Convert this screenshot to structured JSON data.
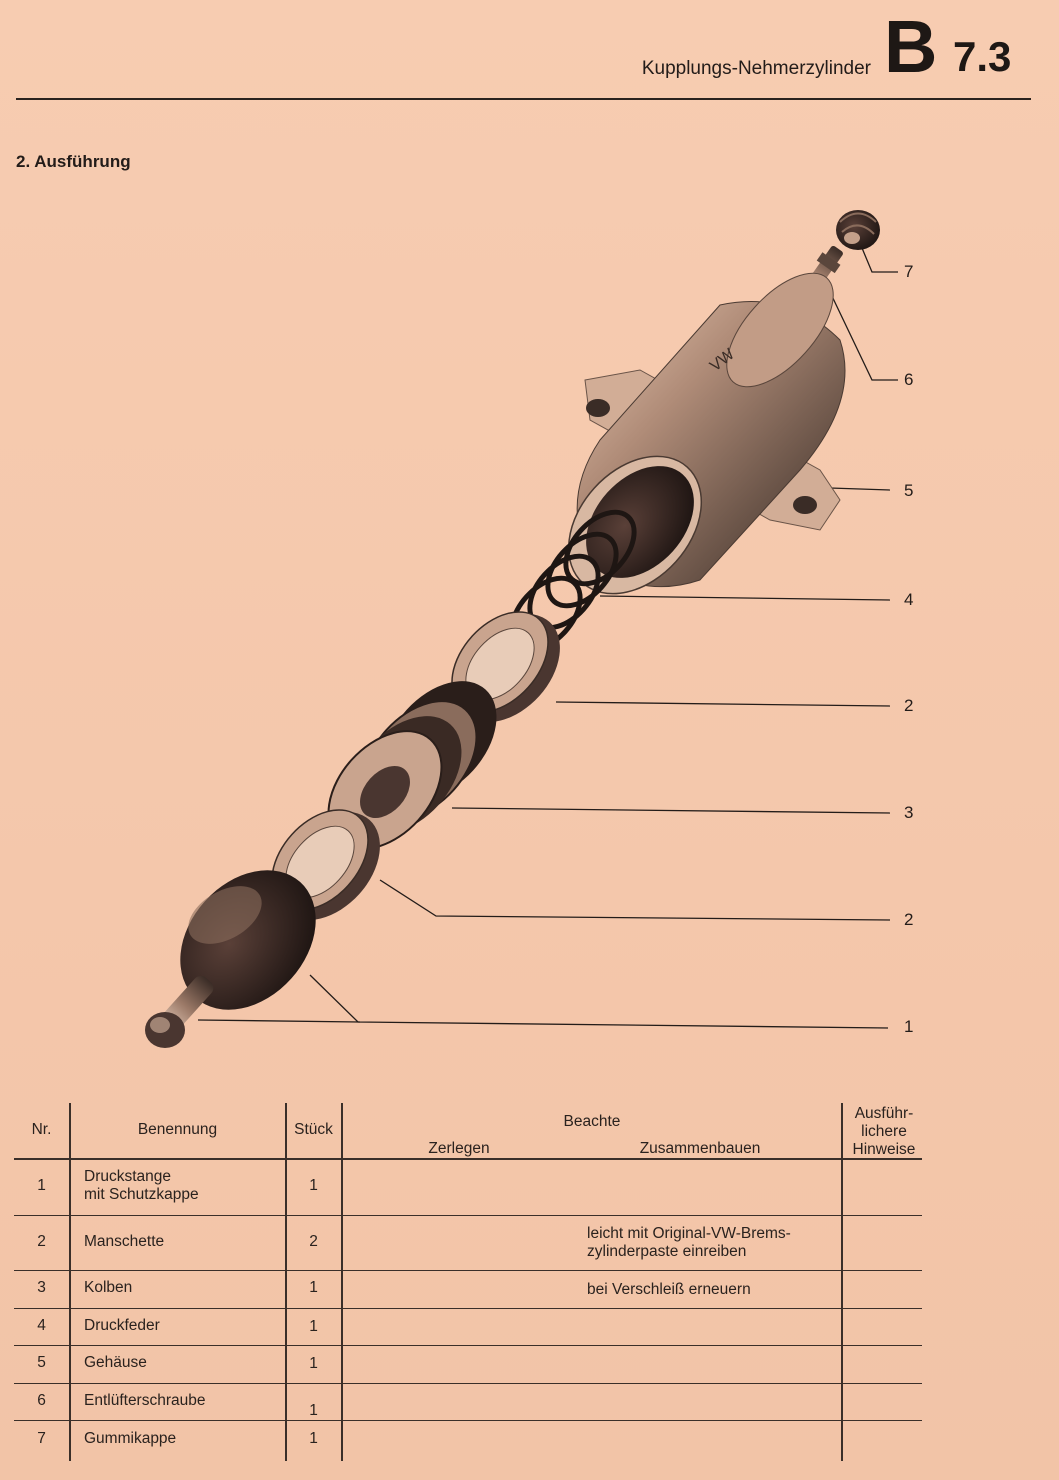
{
  "header": {
    "title": "Kupplungs-Nehmerzylinder",
    "group_letter": "B",
    "section_number": "7.3"
  },
  "section_title": "2. Ausführung",
  "figure": {
    "callouts": [
      "7",
      "6",
      "5",
      "4",
      "2",
      "3",
      "2",
      "1"
    ],
    "housing_marking": "VW"
  },
  "table": {
    "headers": {
      "nr": "Nr.",
      "benennung": "Benennung",
      "stueck": "Stück",
      "beachte": "Beachte",
      "zerlegen": "Zerlegen",
      "zusammenbauen": "Zusammenbauen",
      "hinweise_line1": "Ausführ-",
      "hinweise_line2": "lichere",
      "hinweise_line3": "Hinweise"
    },
    "rows": [
      {
        "nr": "1",
        "name_line1": "Druckstange",
        "name_line2": "mit Schutzkappe",
        "qty": "1",
        "zerlegen": "",
        "zusammen_line1": "",
        "zusammen_line2": ""
      },
      {
        "nr": "2",
        "name_line1": "Manschette",
        "name_line2": "",
        "qty": "2",
        "zerlegen": "",
        "zusammen_line1": "leicht mit Original-VW-Brems-",
        "zusammen_line2": "zylinderpaste einreiben"
      },
      {
        "nr": "3",
        "name_line1": "Kolben",
        "name_line2": "",
        "qty": "1",
        "zerlegen": "",
        "zusammen_line1": "bei Verschleiß erneuern",
        "zusammen_line2": ""
      },
      {
        "nr": "4",
        "name_line1": "Druckfeder",
        "name_line2": "",
        "qty": "1",
        "zerlegen": "",
        "zusammen_line1": "",
        "zusammen_line2": ""
      },
      {
        "nr": "5",
        "name_line1": "Gehäuse",
        "name_line2": "",
        "qty": "1",
        "zerlegen": "",
        "zusammen_line1": "",
        "zusammen_line2": ""
      },
      {
        "nr": "6",
        "name_line1": "Entlüfterschraube",
        "name_line2": "",
        "qty": "1",
        "zerlegen": "",
        "zusammen_line1": "",
        "zusammen_line2": ""
      },
      {
        "nr": "7",
        "name_line1": "Gummikappe",
        "name_line2": "",
        "qty": "1",
        "zerlegen": "",
        "zusammen_line1": "",
        "zusammen_line2": ""
      }
    ]
  }
}
